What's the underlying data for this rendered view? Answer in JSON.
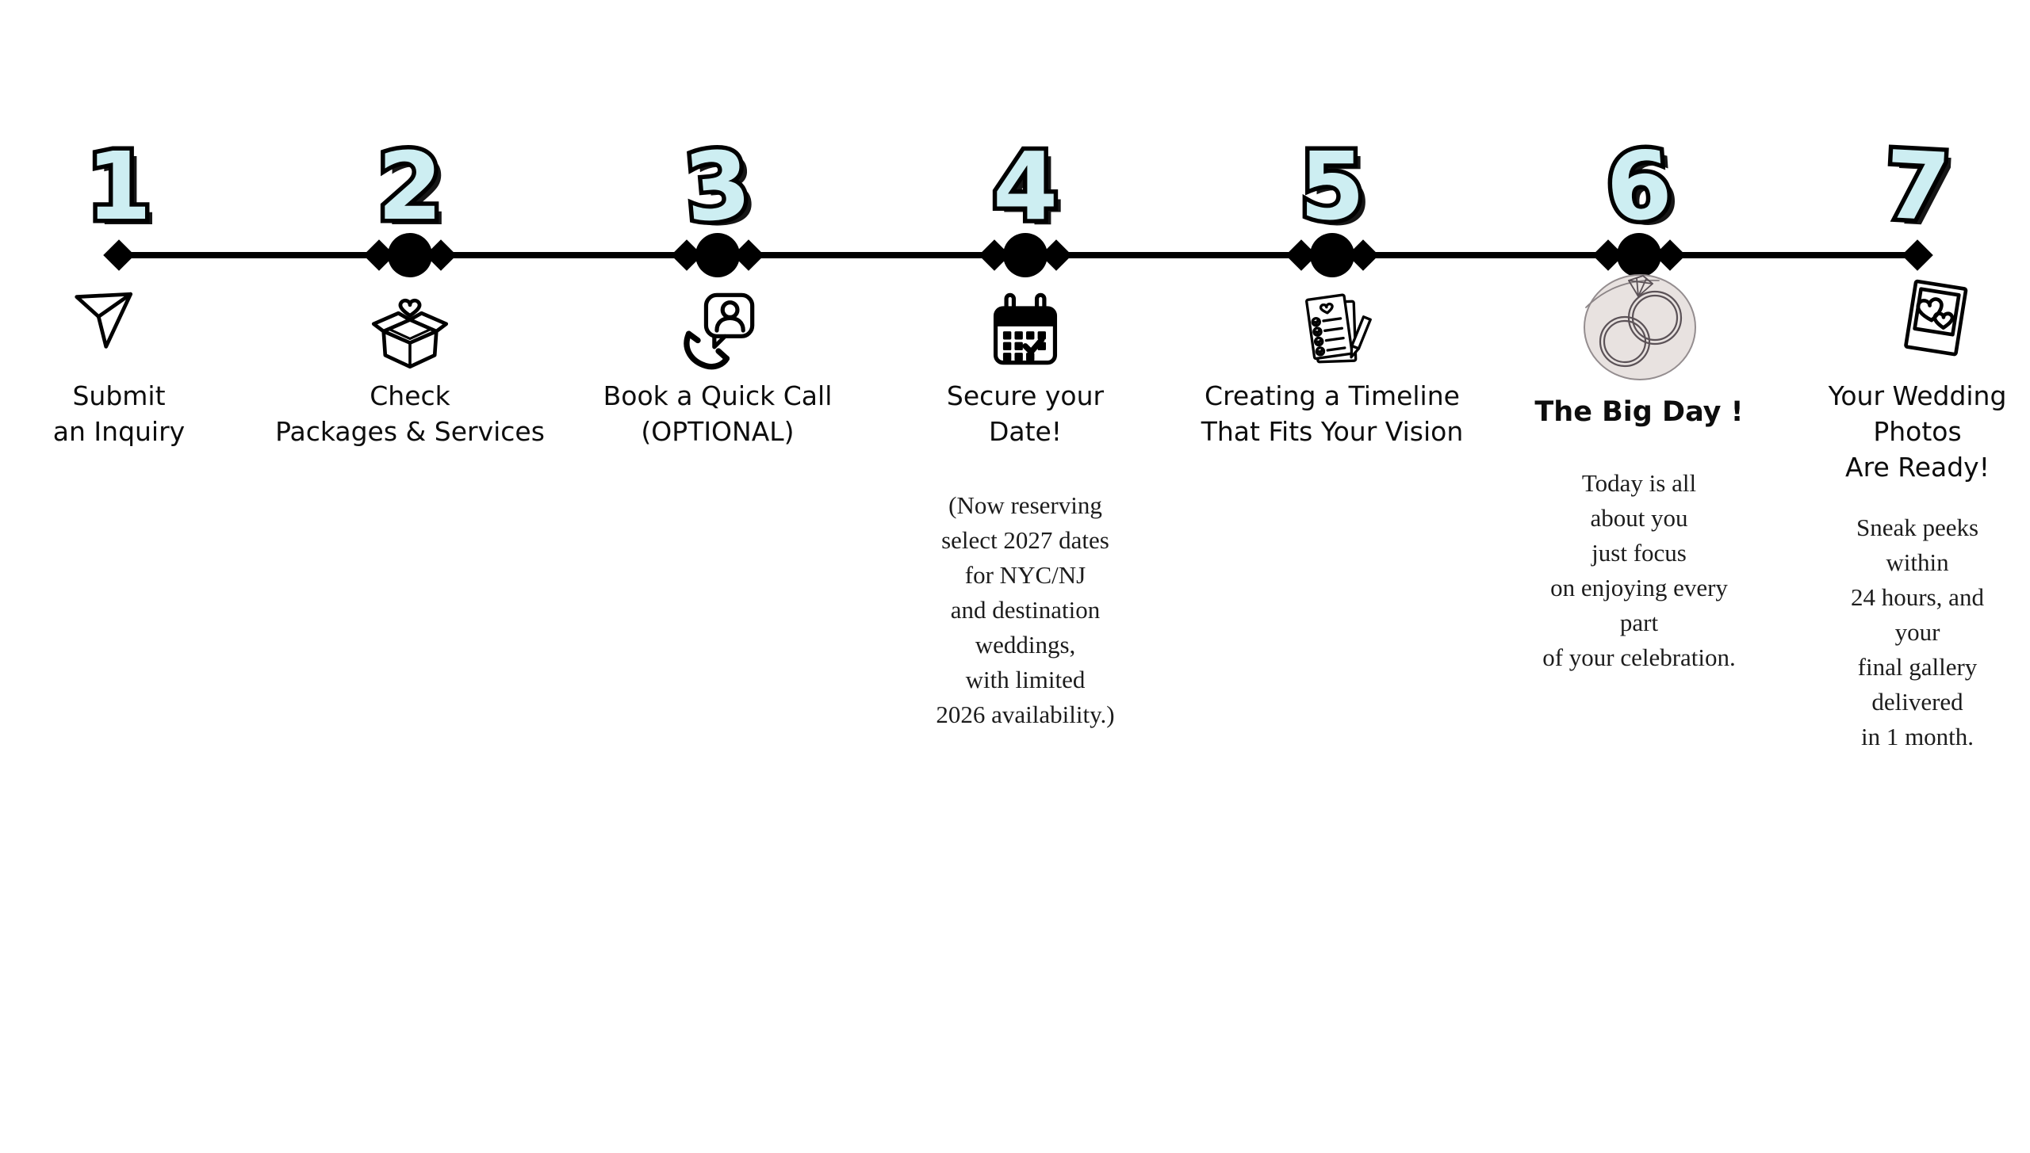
{
  "page": {
    "background": "#ffffff"
  },
  "colors": {
    "page_bg": "#ffffff",
    "ink": "#000000",
    "number_fill": "#cdeef2",
    "note_ink": "#1c1c1c",
    "rings_blob": "#e8e2e0",
    "rings_stroke": "#5b5257"
  },
  "steps": [
    {
      "number": "1",
      "icon": "paper-plane-icon",
      "label": "Submit\nan Inquiry"
    },
    {
      "number": "2",
      "icon": "gift-box-heart-icon",
      "label": "Check\nPackages & Services"
    },
    {
      "number": "3",
      "icon": "video-call-icon",
      "label": "Book a Quick Call\n(OPTIONAL)"
    },
    {
      "number": "4",
      "icon": "calendar-check-icon",
      "label": "Secure your\nDate!",
      "note": "(Now reserving\nselect 2027 dates\nfor NYC/NJ\nand destination\nweddings,\nwith limited\n2026 availability.)"
    },
    {
      "number": "5",
      "icon": "checklist-pencil-icon",
      "label": "Creating a Timeline\nThat Fits Your Vision"
    },
    {
      "number": "6",
      "icon": "wedding-rings-icon",
      "label": "The Big Day !",
      "note": "Today is all\nabout you\njust focus\non enjoying every\npart\nof your celebration."
    },
    {
      "number": "7",
      "icon": "polaroid-hearts-icon",
      "label": "Your Wedding\nPhotos\nAre Ready!",
      "note": "Sneak peeks\nwithin\n24 hours, and\nyour\nfinal gallery\ndelivered\nin 1 month."
    }
  ]
}
